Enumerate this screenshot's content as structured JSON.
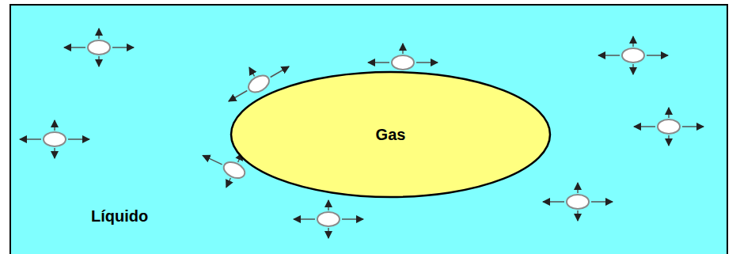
{
  "diagram": {
    "nodes": [
      {
        "text": [
          "Líquido"
        ]
      },
      {
        "text": [
          "Gas"
        ],
        "in": 0
      }
    ]
  }
}
